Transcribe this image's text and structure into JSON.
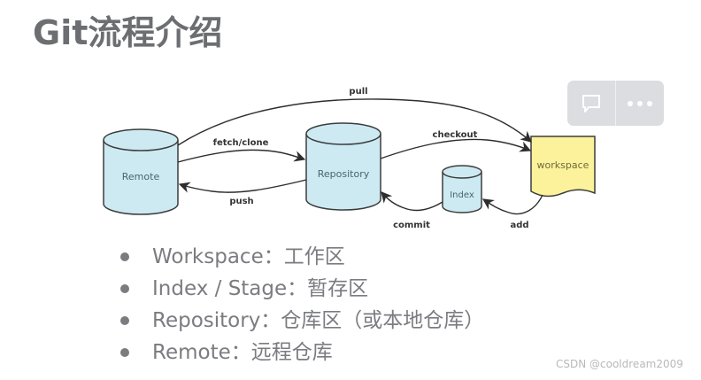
{
  "title": "Git流程介绍",
  "diagram": {
    "nodes": {
      "remote": "Remote",
      "repository": "Repository",
      "index": "Index",
      "workspace": "workspace"
    },
    "edges": {
      "pull": "pull",
      "fetch_clone": "fetch/clone",
      "push": "push",
      "checkout": "checkout",
      "commit": "commit",
      "add": "add"
    },
    "colors": {
      "cylinder_fill": "#cdeaf3",
      "workspace_fill": "#fbf29b",
      "stroke": "#3c3c3c"
    }
  },
  "bullets": [
    "Workspace：工作区",
    "Index / Stage：暂存区",
    "Repository：仓库区（或本地仓库）",
    "Remote：远程仓库"
  ],
  "toolbar": {
    "comment_icon": "comment-icon",
    "more_icon": "more-icon"
  },
  "watermark": "CSDN @cooldream2009"
}
